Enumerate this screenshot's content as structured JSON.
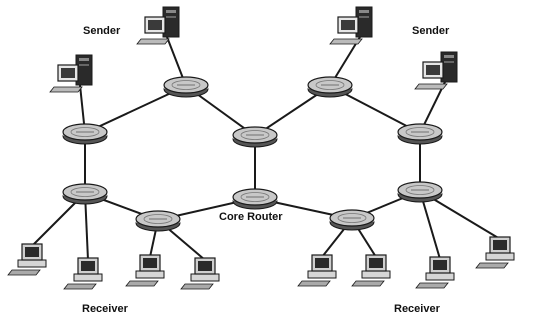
{
  "labels": {
    "sender_left": "Sender",
    "sender_right": "Sender",
    "core_router": "Core Router",
    "receiver_left": "Receiver",
    "receiver_right": "Receiver"
  },
  "colors": {
    "line": "#1a1a1a",
    "router_fill": "#9a9a9a",
    "router_top": "#c8c8c8",
    "computer_dark": "#2a2a2a",
    "computer_light": "#e6e6e6"
  },
  "nodes": {
    "routers": [
      "r-top-left",
      "r-top-right",
      "r-mid-left",
      "r-mid-center",
      "r-mid-right",
      "r-low-left",
      "r-low-center",
      "r-low-right",
      "r-bot-left",
      "r-bot-right"
    ],
    "senders": [
      "sender-top-left",
      "sender-top-center",
      "sender-top-right",
      "sender-right"
    ],
    "receivers": [
      "receiver-1",
      "receiver-2",
      "receiver-3",
      "receiver-4",
      "receiver-5",
      "receiver-6",
      "receiver-7",
      "receiver-8"
    ]
  },
  "links": [
    [
      "r-mid-left",
      "r-top-left"
    ],
    [
      "r-top-left",
      "r-mid-center"
    ],
    [
      "r-mid-center",
      "r-top-right"
    ],
    [
      "r-top-right",
      "r-mid-right"
    ],
    [
      "r-mid-left",
      "r-low-left"
    ],
    [
      "r-mid-center",
      "r-low-center"
    ],
    [
      "r-mid-right",
      "r-low-right"
    ],
    [
      "r-low-left",
      "r-bot-left"
    ],
    [
      "r-bot-left",
      "r-low-center"
    ],
    [
      "r-low-center",
      "r-bot-right"
    ],
    [
      "r-bot-right",
      "r-low-right"
    ],
    [
      "sender-top-left",
      "r-mid-left"
    ],
    [
      "sender-top-center",
      "r-top-left"
    ],
    [
      "sender-top-right",
      "r-top-right"
    ],
    [
      "sender-right",
      "r-mid-right"
    ],
    [
      "r-low-left",
      "receiver-1"
    ],
    [
      "r-low-left",
      "receiver-2"
    ],
    [
      "r-bot-left",
      "receiver-3"
    ],
    [
      "r-bot-left",
      "receiver-4"
    ],
    [
      "r-bot-right",
      "receiver-5"
    ],
    [
      "r-bot-right",
      "receiver-6"
    ],
    [
      "r-low-right",
      "receiver-7"
    ],
    [
      "r-low-right",
      "receiver-8"
    ]
  ]
}
